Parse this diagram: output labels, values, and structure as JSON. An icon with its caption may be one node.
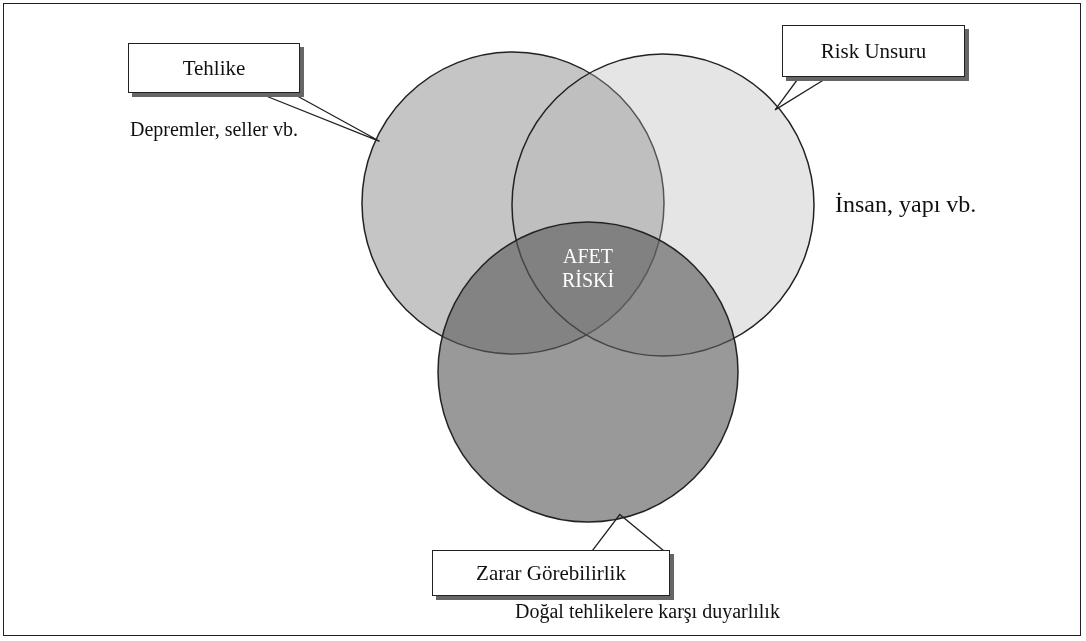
{
  "diagram": {
    "nodes": [
      {
        "text": [
          "Tehlike"
        ],
        "beside": [
          "Depremler, seller vb."
        ]
      },
      {
        "text": [
          "Risk Unsuru"
        ]
      },
      {
        "text": [],
        "shape": "circle"
      },
      {
        "text": [],
        "shape": "circle"
      },
      {
        "text": [],
        "shape": "circle"
      },
      {
        "text": [
          "Zarar Görebilirlik"
        ],
        "beside": [
          "Doğal tehlikelere karşı duyarlılık"
        ]
      }
    ],
    "edges": [
      {
        "from": 0,
        "to": 2,
        "arrow": "none"
      },
      {
        "from": 1,
        "to": 3,
        "arrow": "none"
      },
      {
        "from": 5,
        "to": 4,
        "arrow": "none"
      }
    ],
    "labels": [
      "İnsan, yapı vb.",
      "AFET RİSKİ"
    ]
  }
}
